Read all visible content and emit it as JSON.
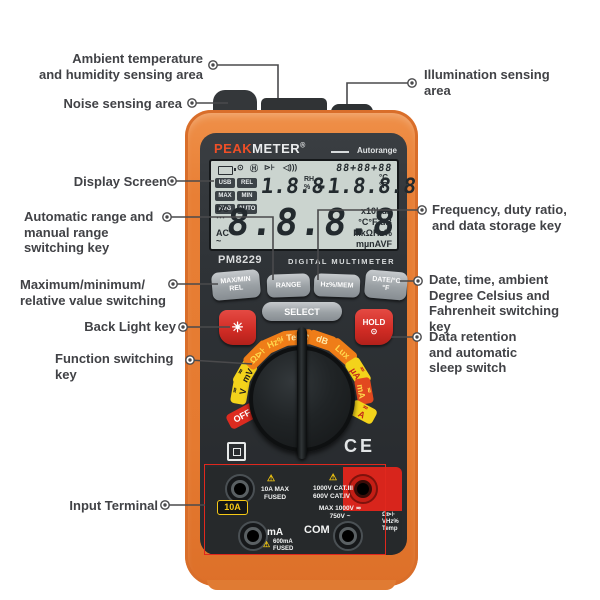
{
  "callouts": {
    "left": [
      {
        "label": "Ambient temperature\nand humidity sensing area"
      },
      {
        "label": "Noise sensing area"
      },
      {
        "label": "Display Screen"
      },
      {
        "label": "Automatic range and\nmanual range\nswitching key"
      },
      {
        "label": "Maximum/minimum/\nrelative value switching"
      },
      {
        "label": "Back Light key"
      },
      {
        "label": "Function switching\nkey"
      },
      {
        "label": "Input Terminal"
      }
    ],
    "right": [
      {
        "label": "Illumination sensing\narea"
      },
      {
        "label": "Frequency, duty ratio,\nand data storage key"
      },
      {
        "label": "Date, time, ambient\nDegree Celsius and\nFahrenheit switching\nkey"
      },
      {
        "label": "Data retention\nand automatic\nsleep switch"
      }
    ]
  },
  "device": {
    "brand": {
      "peak": "PEAK",
      "meter": "METER",
      "reg": "®",
      "autorange": "Autorange"
    },
    "lcd": {
      "icons": {
        "power": "⊙",
        "hold": "Ⓗ",
        "diode": "⊳⊦",
        "sound": "◁)))"
      },
      "clock": "88+88+88",
      "badges": [
        "USB",
        "REL",
        "MAX",
        "MIN",
        "AVG",
        "AUTO"
      ],
      "aux_value": "1.8.8",
      "aux_unit_top": "RH",
      "aux_unit_bottom": "%",
      "aux_value2": "-1.8.8.8",
      "aux_unit2_top": "°C",
      "aux_unit2_bottom": "°F",
      "dc": "DC",
      "dc_mark": "⋯",
      "ac": "AC",
      "ac_mark": "~",
      "main_value": "8.8.8.8",
      "annunciators": [
        "x10Lux",
        "°C°F dB",
        "MkΩHz%",
        "mµnAVF"
      ]
    },
    "model": "PM8229",
    "type_label": "DIGITAL MULTIMETER",
    "buttons": {
      "maxmin": "MAX/MIN\nREL",
      "range": "RANGE",
      "hzmem": "Hz%/MEM",
      "date": "DATE/°C\n°F",
      "select": "SELECT",
      "backlight_icon": "☀",
      "hold": "HOLD",
      "hold_icon": "⊙"
    },
    "dial": {
      "acdc_mark": "≂",
      "tiles": [
        {
          "label": "OFF"
        },
        {
          "label": "V"
        },
        {
          "label": "mV"
        },
        {
          "label": "Ω⊳⊦"
        },
        {
          "label": "Hz%"
        },
        {
          "label": "Temp"
        },
        {
          "label": "dB"
        },
        {
          "label": "Lux"
        },
        {
          "label": "µA"
        },
        {
          "label": "mA"
        },
        {
          "label": "A"
        }
      ]
    },
    "ce_mark": "CE",
    "terminals": {
      "t10a": "10A",
      "warn": "⚠",
      "fuse10": "10A MAX\nFUSED",
      "cat": "1000V CAT.III\n600V CAT.IV",
      "maxv": "MAX 1000V ≂\n750V ~",
      "ma": "mA",
      "com": "COM",
      "fuse600": "600mA\nFUSED",
      "probe_label": "Ω⊳⊦\nVHz%\nTemp"
    }
  }
}
